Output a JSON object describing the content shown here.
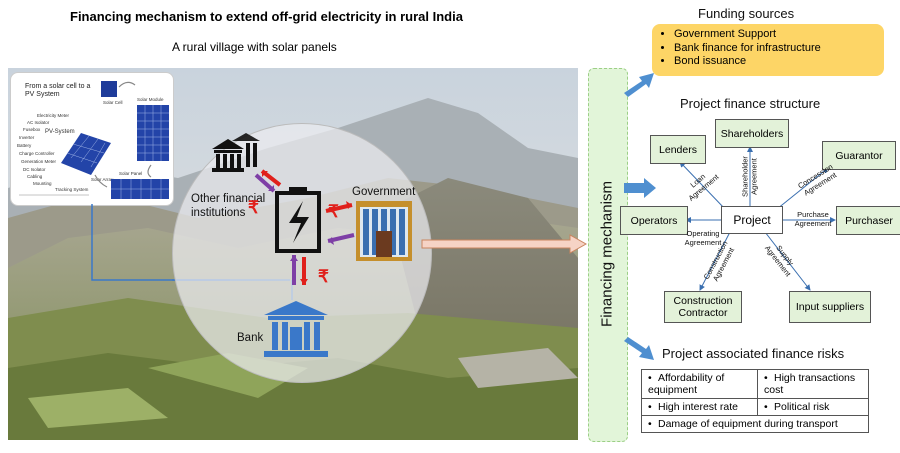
{
  "title": "Financing mechanism to extend off-grid electricity in rural India",
  "subtitle": "A rural village with solar panels",
  "inset": {
    "heading": "From a solar cell to a PV System",
    "pv_label": "PV-System",
    "items": [
      "Electricity Meter",
      "AC Isolator",
      "Fusebox",
      "Inverter",
      "Battery",
      "Charge Controller",
      "Generation Meter",
      "DC Isolator",
      "Cabling",
      "Mounting",
      "Tracking System"
    ],
    "solar_cell": "Solar Cell",
    "solar_module": "Solar Module",
    "solar_panel": "Solar Panel",
    "solar_array": "Solar Array"
  },
  "circle": {
    "other_fi": "Other financial institutions",
    "government": "Government",
    "bank": "Bank",
    "currency": "₹"
  },
  "financing_mechanism": "Financing mechanism",
  "funding": {
    "heading": "Funding sources",
    "items": [
      "Government Support",
      "Bank finance for infrastructure",
      "Bond issuance"
    ]
  },
  "structure": {
    "heading": "Project finance structure",
    "project": "Project",
    "lenders": "Lenders",
    "shareholders": "Shareholders",
    "guarantor": "Guarantor",
    "operators": "Operators",
    "purchaser": "Purchaser",
    "construction": "Construction Contractor",
    "input": "Input suppliers",
    "edges": {
      "loan": "Loan Agreement",
      "shareholder": "Shareholder Agreement",
      "concession": "Concession Agreement",
      "operating": "Operating Agreement",
      "purchase": "Purchase Agreement",
      "construction": "Construction Agreement",
      "supply": "Supply Agreement"
    }
  },
  "risks": {
    "heading": "Project associated finance risks",
    "r1": "Affordability of equipment",
    "r2": "High transactions cost",
    "r3": "High interest rate",
    "r4": "Political risk",
    "r5": "Damage of equipment during transport"
  },
  "colors": {
    "arrow_blue": "#4f8fd0",
    "node_fill": "#e3f2d9",
    "funding_fill": "#fdd566",
    "fin_bar": "#e2f5d9",
    "rupee": "#e0201b",
    "bank_blue": "#3a78c9"
  }
}
